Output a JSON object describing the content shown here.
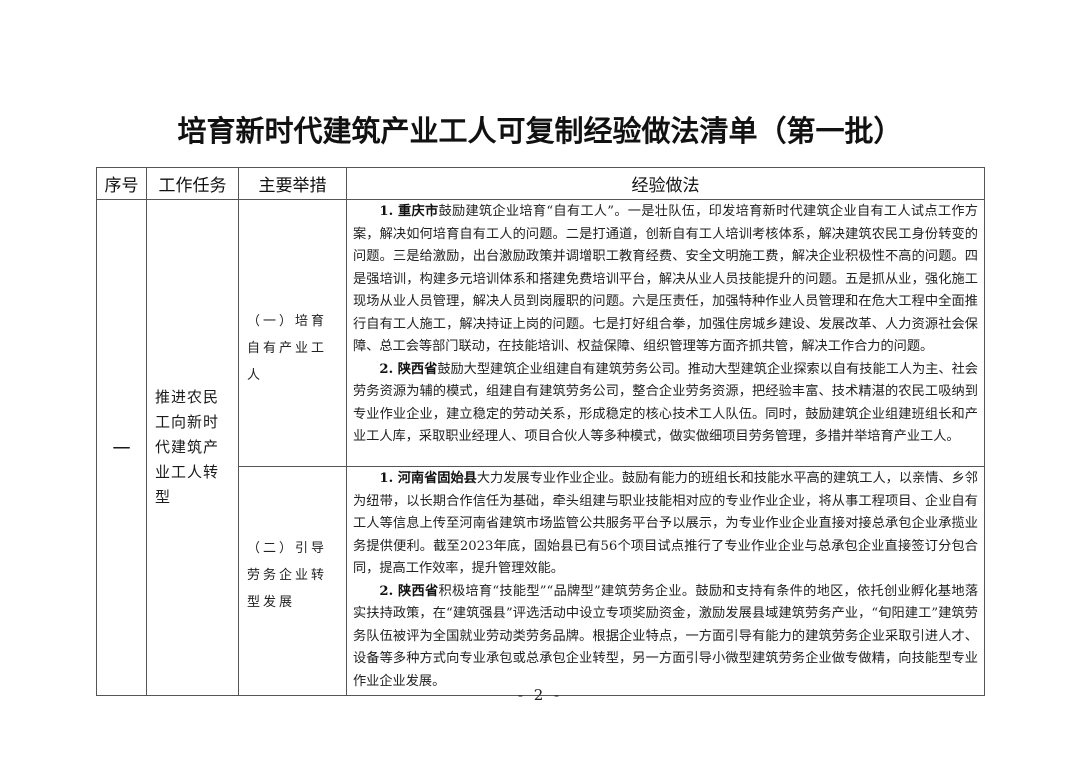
{
  "document": {
    "title": "培育新时代建筑产业工人可复制经验做法清单（第一批）",
    "page_number": "- 2 -"
  },
  "table": {
    "headers": {
      "seq": "序号",
      "task": "工作任务",
      "measure": "主要举措",
      "experience": "经验做法"
    },
    "section": {
      "seq": "一",
      "task": "推进农民工向新时代建筑产业工人转型",
      "rows": [
        {
          "measure": "（一）培育自有产业工人",
          "items": [
            {
              "lead": "1. 重庆市",
              "text": "鼓励建筑企业培育“自有工人”。一是壮队伍，印发培育新时代建筑企业自有工人试点工作方案，解决如何培育自有工人的问题。二是打通道，创新自有工人培训考核体系，解决建筑农民工身份转变的问题。三是给激励，出台激励政策并调增职工教育经费、安全文明施工费，解决企业积极性不高的问题。四是强培训，构建多元培训体系和搭建免费培训平台，解决从业人员技能提升的问题。五是抓从业，强化施工现场从业人员管理，解决人员到岗履职的问题。六是压责任，加强特种作业人员管理和在危大工程中全面推行自有工人施工，解决持证上岗的问题。七是打好组合拳，加强住房城乡建设、发展改革、人力资源社会保障、总工会等部门联动，在技能培训、权益保障、组织管理等方面齐抓共管，解决工作合力的问题。"
            },
            {
              "lead": "2. 陕西省",
              "text": "鼓励大型建筑企业组建自有建筑劳务公司。推动大型建筑企业探索以自有技能工人为主、社会劳务资源为辅的模式，组建自有建筑劳务公司，整合企业劳务资源，把经验丰富、技术精湛的农民工吸纳到专业作业企业，建立稳定的劳动关系，形成稳定的核心技术工人队伍。同时，鼓励建筑企业组建班组长和产业工人库，采取职业经理人、项目合伙人等多种模式，做实做细项目劳务管理，多措并举培育产业工人。"
            }
          ]
        },
        {
          "measure": "（二）引导劳务企业转型发展",
          "items": [
            {
              "lead": "1. 河南省固始县",
              "text": "大力发展专业作业企业。鼓励有能力的班组长和技能水平高的建筑工人，以亲情、乡邻为纽带，以长期合作信任为基础，牵头组建与职业技能相对应的专业作业企业，将从事工程项目、企业自有工人等信息上传至河南省建筑市场监管公共服务平台予以展示，为专业作业企业直接对接总承包企业承揽业务提供便利。截至2023年底，固始县已有56个项目试点推行了专业作业企业与总承包企业直接签订分包合同，提高工作效率，提升管理效能。"
            },
            {
              "lead": "2. 陕西省",
              "text": "积极培育“技能型”“品牌型”建筑劳务企业。鼓励和支持有条件的地区，依托创业孵化基地落实扶持政策，在“建筑强县”评选活动中设立专项奖励资金，激励发展县域建筑劳务产业，“旬阳建工”建筑劳务队伍被评为全国就业劳动类劳务品牌。根据企业特点，一方面引导有能力的建筑劳务企业采取引进人才、设备等多种方式向专业承包或总承包企业转型，另一方面引导小微型建筑劳务企业做专做精，向技能型专业作业企业发展。"
            }
          ]
        }
      ]
    }
  }
}
